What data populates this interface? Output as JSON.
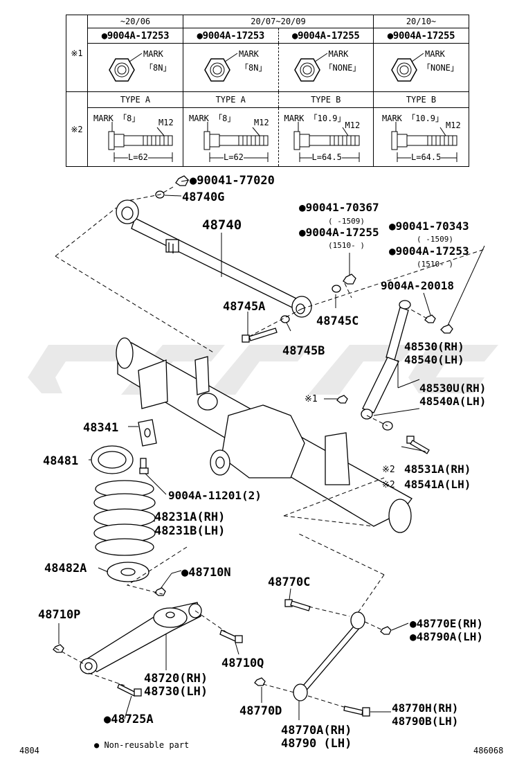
{
  "variant_table": {
    "row_labels": [
      "※1",
      "※2"
    ],
    "periods": [
      "~20/06",
      "20/07~20/09",
      "20/10~"
    ],
    "nut_parts": [
      "●9004A-17253",
      "●9004A-17253",
      "●9004A-17255",
      "●9004A-17255"
    ],
    "nut_mark_label": "MARK",
    "nut_marks": [
      "「8N」",
      "「8N」",
      "「NONE」",
      "「NONE」"
    ],
    "bolt_types": [
      "TYPE A",
      "TYPE A",
      "TYPE B",
      "TYPE B"
    ],
    "bolt_marks": [
      "MARK 「8」",
      "MARK 「8」",
      "MARK 「10.9」",
      "MARK 「10.9」"
    ],
    "thread": "M12",
    "lengths": [
      "L=62",
      "L=62",
      "L=64.5",
      "L=64.5"
    ]
  },
  "callouts": {
    "p90041_77020": "●90041-77020",
    "p48740G": "48740G",
    "p48740": "48740",
    "p90041_70367": "●90041-70367",
    "p70367_date": "(      -1509)",
    "p9004A_17255": "●9004A-17255",
    "p17255_date": "(1510-      )",
    "p90041_70343": "●90041-70343",
    "p70343_date": "(      -1509)",
    "p9004A_17253": "●9004A-17253",
    "p17253_date": "(1510-      )",
    "p9004A_20018": "9004A-20018",
    "p48745A": "48745A",
    "p48745C": "48745C",
    "p48745B": "48745B",
    "p48530": "48530(RH)",
    "p48540": "48540(LH)",
    "p48530U": "48530U(RH)",
    "p48540A": "48540A(LH)",
    "note1": "※1",
    "p48341": "48341",
    "p48481": "48481",
    "p9004A_11201": "9004A-11201(2)",
    "note2a": "※2",
    "p48531A": "48531A(RH)",
    "note2b": "※2",
    "p48541A": "48541A(LH)",
    "p48231A": "48231A(RH)",
    "p48231B": "48231B(LH)",
    "p48482A": "48482A",
    "p48710N": "●48710N",
    "p48770C": "48770C",
    "p48710P": "48710P",
    "p48770E": "●48770E(RH)",
    "p48790A": "●48790A(LH)",
    "p48710Q": "48710Q",
    "p48720": "48720(RH)",
    "p48730": "48730(LH)",
    "p48770D": "48770D",
    "p48770H": "48770H(RH)",
    "p48790B": "48790B(LH)",
    "p48725A": "●48725A",
    "p48770A": "48770A(RH)",
    "p48790": "48790  (LH)"
  },
  "footer": {
    "left_code": "4804",
    "legend": "●  Non-reusable part",
    "right_code": "486068"
  }
}
